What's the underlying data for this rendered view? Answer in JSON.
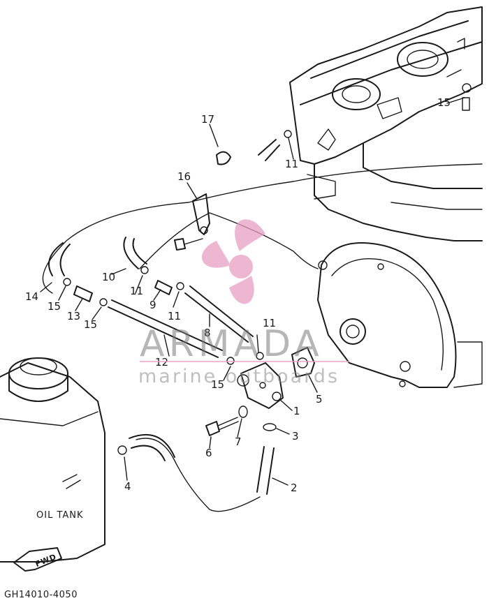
{
  "diagram": {
    "callouts": [
      {
        "id": "c1",
        "text": "1"
      },
      {
        "id": "c2",
        "text": "2"
      },
      {
        "id": "c3",
        "text": "3"
      },
      {
        "id": "c4",
        "text": "4"
      },
      {
        "id": "c5",
        "text": "5"
      },
      {
        "id": "c6",
        "text": "6"
      },
      {
        "id": "c7",
        "text": "7"
      },
      {
        "id": "c8",
        "text": "8"
      },
      {
        "id": "c9",
        "text": "9"
      },
      {
        "id": "c10",
        "text": "10"
      },
      {
        "id": "c11a",
        "text": "11"
      },
      {
        "id": "c11b",
        "text": "11"
      },
      {
        "id": "c11c",
        "text": "11"
      },
      {
        "id": "c11d",
        "text": "11"
      },
      {
        "id": "c12",
        "text": "12"
      },
      {
        "id": "c13",
        "text": "13"
      },
      {
        "id": "c14",
        "text": "14"
      },
      {
        "id": "c15a",
        "text": "15"
      },
      {
        "id": "c15b",
        "text": "15"
      },
      {
        "id": "c15c",
        "text": "15"
      },
      {
        "id": "c15d",
        "text": "15"
      },
      {
        "id": "c16",
        "text": "16"
      },
      {
        "id": "c17",
        "text": "17"
      }
    ],
    "oil_tank_label": "OIL TANK",
    "fwd_label": "FWD",
    "drawing_code": "GH14010-4050"
  },
  "watermark": {
    "brand": "ARMADA",
    "tagline": "marine outboards",
    "color": "#e8a0c4"
  }
}
